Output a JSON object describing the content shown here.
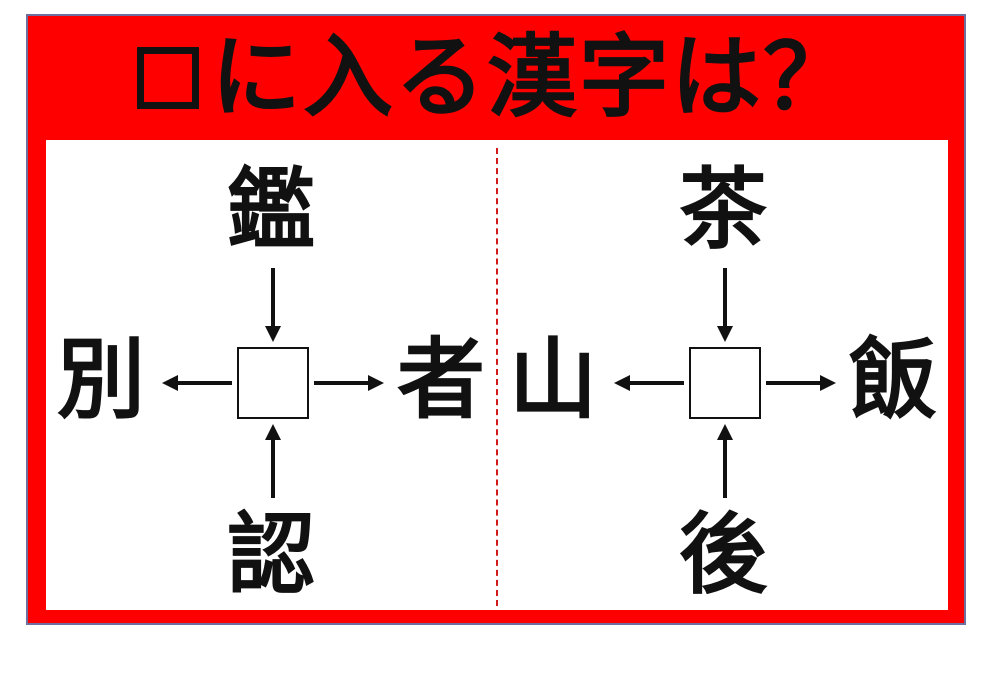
{
  "title": {
    "text": "に入る漢字は？",
    "box_icon": "blank-square-icon"
  },
  "puzzles": [
    {
      "top": "鑑",
      "left": "別",
      "right": "者",
      "bottom": "認"
    },
    {
      "top": "茶",
      "left": "山",
      "right": "飯",
      "bottom": "後"
    }
  ],
  "colors": {
    "frame": "#ff0000",
    "divider": "#d11a1a",
    "text": "#111111"
  }
}
